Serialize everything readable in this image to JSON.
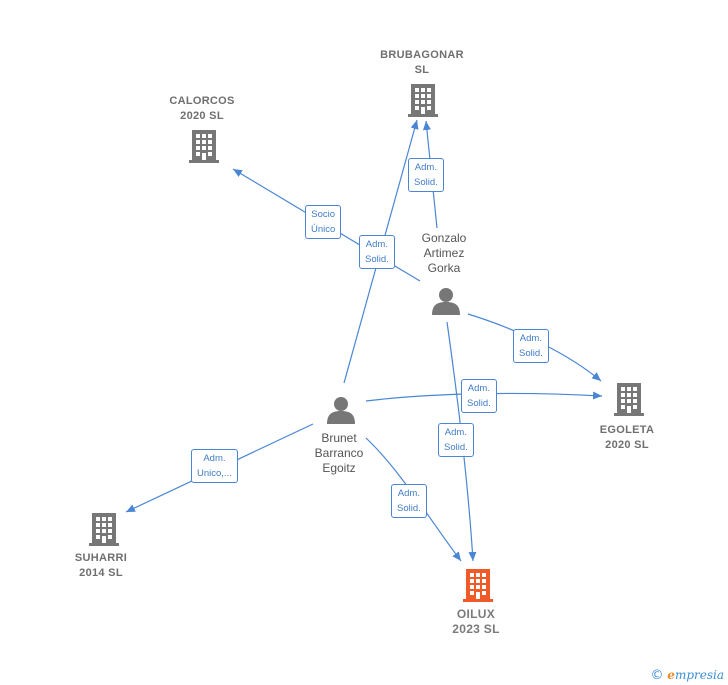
{
  "colors": {
    "edge": "#4a86d4",
    "node_gray": "#777777",
    "node_focus": "#f05a28",
    "label_text": "#6f6f6f"
  },
  "companies": {
    "brubagonar": [
      "BRUBAGONAR",
      "SL"
    ],
    "calorcos": [
      "CALORCOS",
      "2020  SL"
    ],
    "egoleta": [
      "EGOLETA",
      "2020  SL"
    ],
    "suharri": [
      "SUHARRI",
      "2014  SL"
    ],
    "oilux": [
      "OILUX",
      "2023  SL"
    ]
  },
  "persons": {
    "gonzalo": [
      "Gonzalo",
      "Artimez",
      "Gorka"
    ],
    "brunet": [
      "Brunet",
      "Barranco",
      "Egoitz"
    ]
  },
  "edge_labels": {
    "gonzalo_brubagonar": [
      "Adm.",
      "Solid."
    ],
    "brunet_calorcos": [
      "Socio",
      "Único"
    ],
    "brunet_brubagonar": [
      "Adm.",
      "Solid."
    ],
    "gonzalo_egoleta": [
      "Adm.",
      "Solid."
    ],
    "brunet_egoleta": [
      "Adm.",
      "Solid."
    ],
    "gonzalo_oilux": [
      "Adm.",
      "Solid."
    ],
    "brunet_suharri": [
      "Adm.",
      "Unico,..."
    ],
    "brunet_oilux": [
      "Adm.",
      "Solid."
    ]
  },
  "footer": {
    "copyright_symbol": "©",
    "brand_initial": "e",
    "brand_rest": "mpresia"
  }
}
